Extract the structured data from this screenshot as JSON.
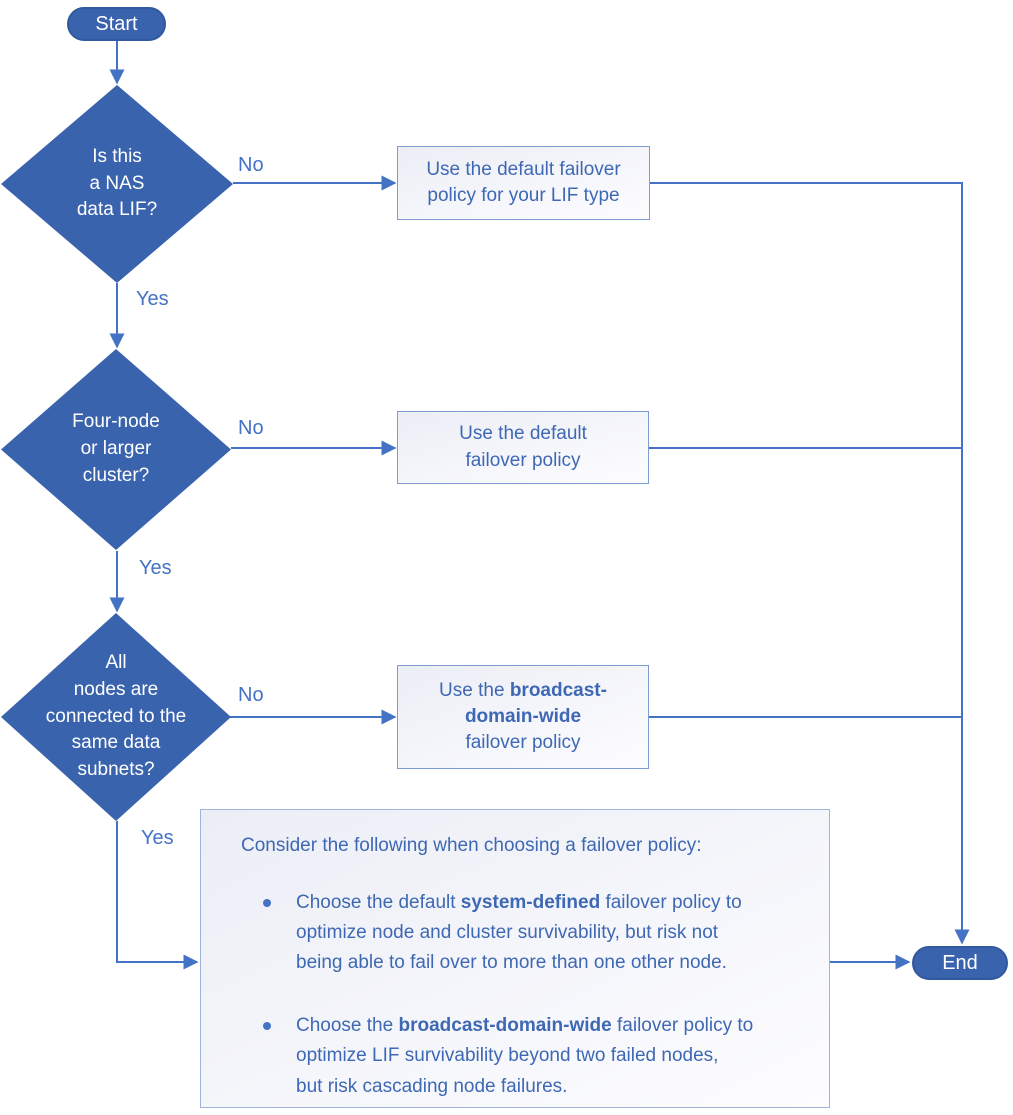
{
  "colors": {
    "accent": "#4472C4",
    "shape-fill": "#3A63AE",
    "shape-border": "#32589D",
    "box-border": "#7E9BD4",
    "note-border": "#9DB4DC",
    "text-blue": "#3E68B4",
    "box-bg-1": "#ECEEF6",
    "box-bg-2": "#FDFDFF"
  },
  "start": {
    "label": "Start"
  },
  "end": {
    "label": "End"
  },
  "labels": {
    "no": "No",
    "yes": "Yes"
  },
  "decisions": [
    {
      "lines": [
        "Is this",
        "a NAS",
        "data LIF?"
      ]
    },
    {
      "lines": [
        "Four-node",
        "or larger",
        "cluster?"
      ]
    },
    {
      "lines": [
        "All",
        "nodes are",
        "connected to the",
        "same data",
        "subnets?"
      ]
    }
  ],
  "outcomes": [
    {
      "text": "Use the default failover\npolicy for your LIF type"
    },
    {
      "text": "Use the default\nfailover policy"
    },
    {
      "pre": "Use the ",
      "bold": "broadcast-\ndomain-wide",
      "post": "\nfailover policy"
    }
  ],
  "note": {
    "title": "Consider the following when choosing a failover policy:",
    "bullets": [
      {
        "pre": "Choose the default ",
        "bold": "system-defined",
        "post": " failover policy to\noptimize node and cluster survivability, but risk not\nbeing able to fail over to more than one other node."
      },
      {
        "pre": "Choose the ",
        "bold": "broadcast-domain-wide",
        "post": " failover policy to\noptimize LIF survivability beyond two failed nodes,\nbut risk cascading node failures."
      }
    ]
  }
}
